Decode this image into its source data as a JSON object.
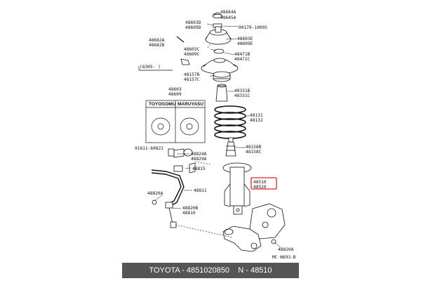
{
  "part_labels": {
    "p48684a": "48684A",
    "p48645a": "48645A",
    "p48603d": "48603D",
    "p48609d": "48609D",
    "p90179": "90179-10095",
    "p48603e": "48603E",
    "p48609e": "48609E",
    "p48682a": "48682A",
    "p48682b": "48682B",
    "p48603c": "48603C",
    "p48609c": "48609C",
    "p48471b": "48471B",
    "p48471c": "48471C",
    "p48157b": "48157B",
    "p48157c": "48157C",
    "p48603": "48603",
    "p48609": "48609",
    "p48331b": "48331B",
    "p48331c": "48331C",
    "p48131": "48131",
    "p48132": "48132",
    "p48158b": "48158B",
    "p48158c": "48158C",
    "p91611": "91611-60822",
    "p48824a": "48824A",
    "p48829a": "48829A",
    "p48815": "48815",
    "p48510": "48510",
    "p48520": "48520",
    "p48811": "48811",
    "p48820a_left": "48820A",
    "p48820b": "48820B",
    "p48810": "48810",
    "p48820a_bottom": "48820A"
  },
  "date_note": "(8305-      )",
  "inset_labels": {
    "left": "TOYOGOMU",
    "right": "MARUYASU"
  },
  "figure_code": "MC N693-B",
  "colors": {
    "highlight": "#e0272f",
    "footer_bg": "#555555"
  },
  "footer": {
    "text": "TOYOTA - 4851020850    N - 48510"
  }
}
